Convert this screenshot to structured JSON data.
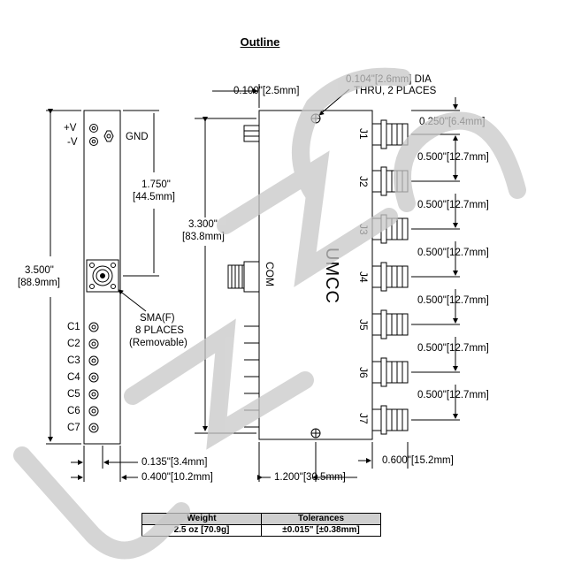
{
  "title": "Outline",
  "front_view": {
    "supply_labels": [
      "+V",
      "-V"
    ],
    "gnd_label": "GND",
    "control_labels": [
      "C1",
      "C2",
      "C3",
      "C4",
      "C5",
      "C6",
      "C7"
    ],
    "height_dim": [
      "3.500\"",
      "[88.9mm]"
    ],
    "sma_spacing_dim": [
      "1.750\"",
      "[44.5mm]"
    ],
    "sma_note": [
      "SMA(F)",
      "8 PLACES",
      "(Removable)"
    ],
    "offset_dim": "0.135\"[3.4mm]",
    "width_dim": "0.400\"[10.2mm]"
  },
  "side_view": {
    "hole_note": [
      "0.104\"[2.6mm] DIA",
      "THRU, 2 PLACES"
    ],
    "hole_inset_dim": "0.100\"[2.5mm]",
    "height_dim": [
      "3.300\"",
      "[83.8mm]"
    ],
    "brand": "UMCC",
    "common_port_label": "COM",
    "port_labels": [
      "J1",
      "J2",
      "J3",
      "J4",
      "J5",
      "J6",
      "J7"
    ],
    "first_port_dim": "0.250\"[6.4mm]",
    "port_pitch_dims": [
      "0.500\"[12.7mm]",
      "0.500\"[12.7mm]",
      "0.500\"[12.7mm]",
      "0.500\"[12.7mm]",
      "0.500\"[12.7mm]",
      "0.500\"[12.7mm]"
    ],
    "width_dim": "1.200\"[30.5mm]",
    "connector_dim": "0.600\"[15.2mm]"
  },
  "spec_table": {
    "headers": [
      "Weight",
      "Tolerances"
    ],
    "values": [
      "2.5 oz [70.9g]",
      "±0.015\" [±0.38mm]"
    ]
  },
  "watermark": "UMCC",
  "colors": {
    "line": "#000000",
    "watermark": "#c8c8c8",
    "table_header": "#cfcfcf"
  }
}
